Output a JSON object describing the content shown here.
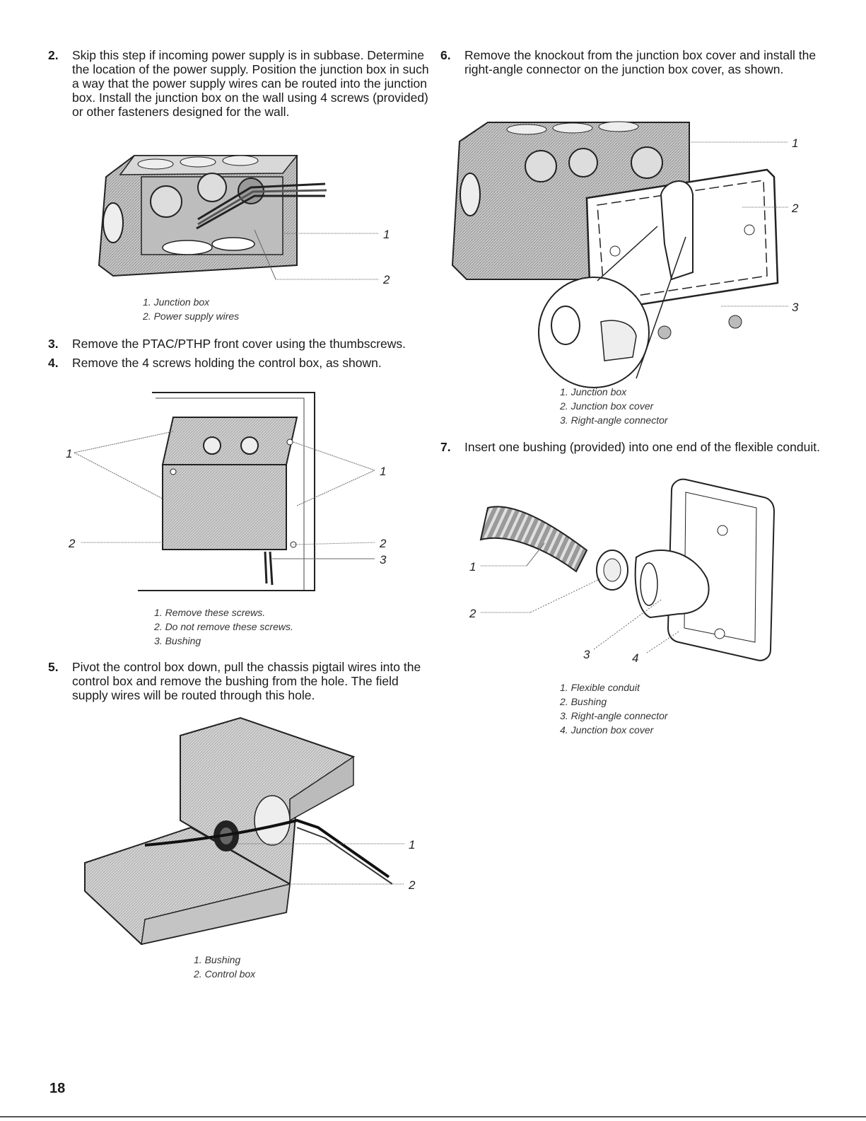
{
  "left": {
    "step2": {
      "num": "2.",
      "text": "Skip this step if incoming power supply is in subbase. Determine the location of the power supply. Position the junction box in such a way that the power supply wires can be routed into the junction box. Install the junction box on the wall using 4 screws (provided) or other fasteners designed for the wall."
    },
    "fig1": {
      "callouts": [
        "1",
        "2"
      ],
      "legend": [
        "1. Junction box",
        "2. Power supply wires"
      ]
    },
    "step3": {
      "num": "3.",
      "text": "Remove the PTAC/PTHP front cover using the thumbscrews."
    },
    "step4": {
      "num": "4.",
      "text": "Remove the 4 screws holding the control box, as shown."
    },
    "fig2": {
      "callouts": [
        "1",
        "1",
        "2",
        "2",
        "3"
      ],
      "legend": [
        "1. Remove these screws.",
        "2. Do not remove these screws.",
        "3. Bushing"
      ]
    },
    "step5": {
      "num": "5.",
      "text": "Pivot the control box down, pull the chassis pigtail wires into the control box and remove the bushing from the hole. The field supply wires will be routed through this hole."
    },
    "fig3": {
      "callouts": [
        "1",
        "2"
      ],
      "legend": [
        "1. Bushing",
        "2. Control box"
      ]
    }
  },
  "right": {
    "step6": {
      "num": "6.",
      "text": "Remove the knockout from the junction box cover and install the right-angle connector on the junction box cover, as shown."
    },
    "fig4": {
      "callouts": [
        "1",
        "2",
        "3"
      ],
      "legend": [
        "1. Junction box",
        "2. Junction box cover",
        "3. Right-angle connector"
      ]
    },
    "step7": {
      "num": "7.",
      "text": "Insert one bushing (provided) into one end of the flexible conduit."
    },
    "fig5": {
      "callouts": [
        "1",
        "2",
        "3",
        "4"
      ],
      "legend": [
        "1. Flexible conduit",
        "2. Bushing",
        "3. Right-angle connector",
        "4. Junction box cover"
      ]
    }
  },
  "footer": {
    "page_number": "18"
  }
}
